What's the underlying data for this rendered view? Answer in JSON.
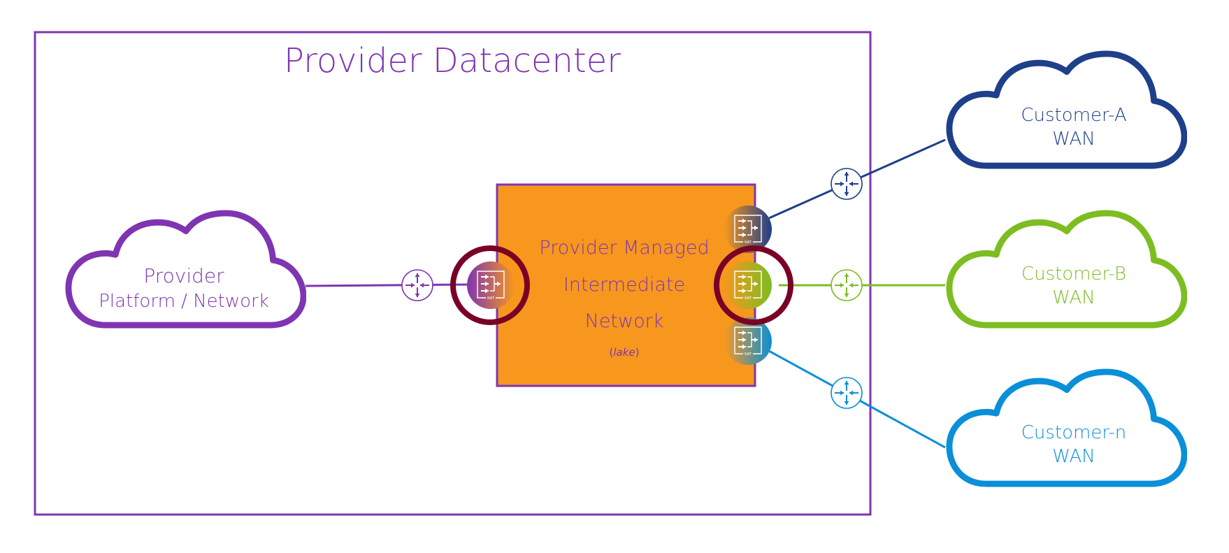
{
  "datacenter": {
    "title": "Provider Datacenter",
    "border_color": "#7f35b2"
  },
  "provider_cloud": {
    "line1": "Provider",
    "line2": "Platform / Network",
    "color": "#7f35b2"
  },
  "intermediate_network": {
    "line1": "Provider Managed",
    "line2": "Intermediate",
    "line3": "Network",
    "note_open": "(",
    "note_word": "lake",
    "note_close": ")",
    "fill": "#f7971e",
    "text_color": "#7f35b2",
    "border_color": "#7f35b2"
  },
  "nat_label": "NAT",
  "highlight_color": "#7a0025",
  "customers": [
    {
      "id": "a",
      "line1": "Customer-A",
      "line2": "WAN",
      "color": "#1e3f8a"
    },
    {
      "id": "b",
      "line1": "Customer-B",
      "line2": "WAN",
      "color": "#7dbd22"
    },
    {
      "id": "n",
      "line1": "Customer-n",
      "line2": "WAN",
      "color": "#0a8fd8"
    }
  ],
  "icons": {
    "router": "router-icon",
    "nat": "nat-gateway-icon",
    "cloud": "cloud-icon"
  }
}
